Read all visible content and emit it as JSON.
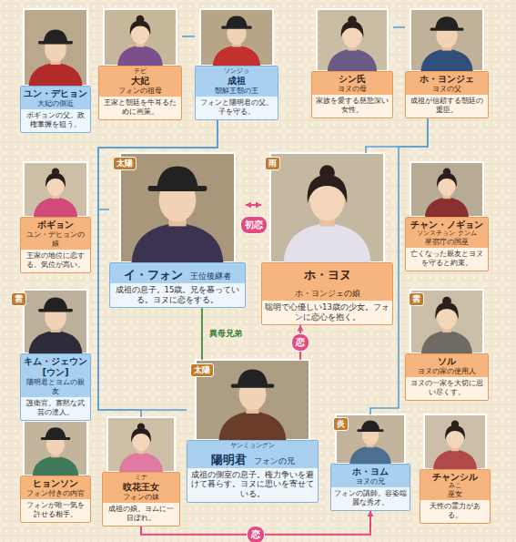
{
  "diagram": {
    "nodes": [
      {
        "text": [
          "ユン・デヒョン",
          "大妃の側近",
          "ボギョンの父。政権掌握を狙う。"
        ]
      },
      {
        "text": [
          "テビ",
          "大妃",
          "フォンの祖母",
          "王家と朝廷を牛耳るために画策。"
        ]
      },
      {
        "text": [
          "ソンジョ",
          "成祖",
          "朝鮮王朝の王",
          "フォンと陽明君の父。子を守る。"
        ]
      },
      {
        "text": [
          "シン氏",
          "ヨヌの母",
          "家族を愛する慈悲深い女性。"
        ]
      },
      {
        "text": [
          "ホ・ヨンジェ",
          "ヨヌの父",
          "成祖が信頼する朝廷の重臣。"
        ]
      },
      {
        "text": [
          "ボギョン",
          "ユン・デヒョンの娘",
          "王家の地位に恋する。気位が高い。"
        ]
      },
      {
        "text": [
          "イ・フォン",
          "王位後継者",
          "成祖の息子。15歳。兄を慕っている。ヨヌに恋をする。"
        ]
      },
      {
        "text": [
          "ホ・ヨヌ",
          "ホ・ヨンジェの娘",
          "聡明で心優しい13歳の少女。フォンに恋心を抱く。"
        ]
      },
      {
        "text": [
          "チャン・ノギョン",
          "ソンスチョン クンム",
          "星宿庁の国巫",
          "亡くなった親友とヨヌを守ると約束。"
        ]
      },
      {
        "text": [
          "キム・ジェウン[ウン]",
          "陽明君とヨムの親友",
          "護衛官。寡黙な武芸の達人。"
        ]
      },
      {
        "text": [
          "ソル",
          "ヨヌの家の使用人",
          "ヨヌの一家を大切に思い尽くす。"
        ]
      },
      {
        "text": [
          "ヒョンソン",
          "フォン付きの内官",
          "フォンが唯一気を許せる相手。"
        ]
      },
      {
        "text": [
          "ミナ",
          "旼花王女",
          "フォンの妹",
          "成祖の娘。ヨムに一目ぼれ。"
        ]
      },
      {
        "text": [
          "ヤンミョングン",
          "陽明君",
          "フォンの兄",
          "成祖の側室の息子。権力争いを避けて暮らす。ヨヌに思いを寄せている。"
        ]
      },
      {
        "text": [
          "ホ・ヨム",
          "ヨヌの兄",
          "フォンの講師。容姿端麗な秀才。"
        ]
      },
      {
        "text": [
          "チャンシル",
          "みこ",
          "巫女",
          "天性の霊力がある。"
        ]
      }
    ],
    "edges": [
      {
        "from": 1,
        "to": 2,
        "arrow": "none"
      },
      {
        "from": 2,
        "to": 6,
        "arrow": "none"
      },
      {
        "from": 2,
        "to": 13,
        "arrow": "none"
      },
      {
        "from": 2,
        "to": 12,
        "arrow": "none"
      },
      {
        "from": 3,
        "to": 4,
        "arrow": "none"
      },
      {
        "from": 4,
        "to": 7,
        "arrow": "none"
      },
      {
        "from": 4,
        "to": 14,
        "arrow": "none"
      },
      {
        "from": 6,
        "to": 7,
        "label": "初恋",
        "arrow": "both"
      },
      {
        "from": 6,
        "to": 13,
        "label": "異母兄弟",
        "arrow": "none"
      },
      {
        "from": 13,
        "to": 7,
        "label": "恋",
        "arrow": "to"
      },
      {
        "from": 12,
        "to": 14,
        "label": "恋",
        "arrow": "to"
      }
    ],
    "labels": [
      "太陽",
      "雨",
      "雲",
      "雲",
      "太陽",
      "炎"
    ]
  }
}
